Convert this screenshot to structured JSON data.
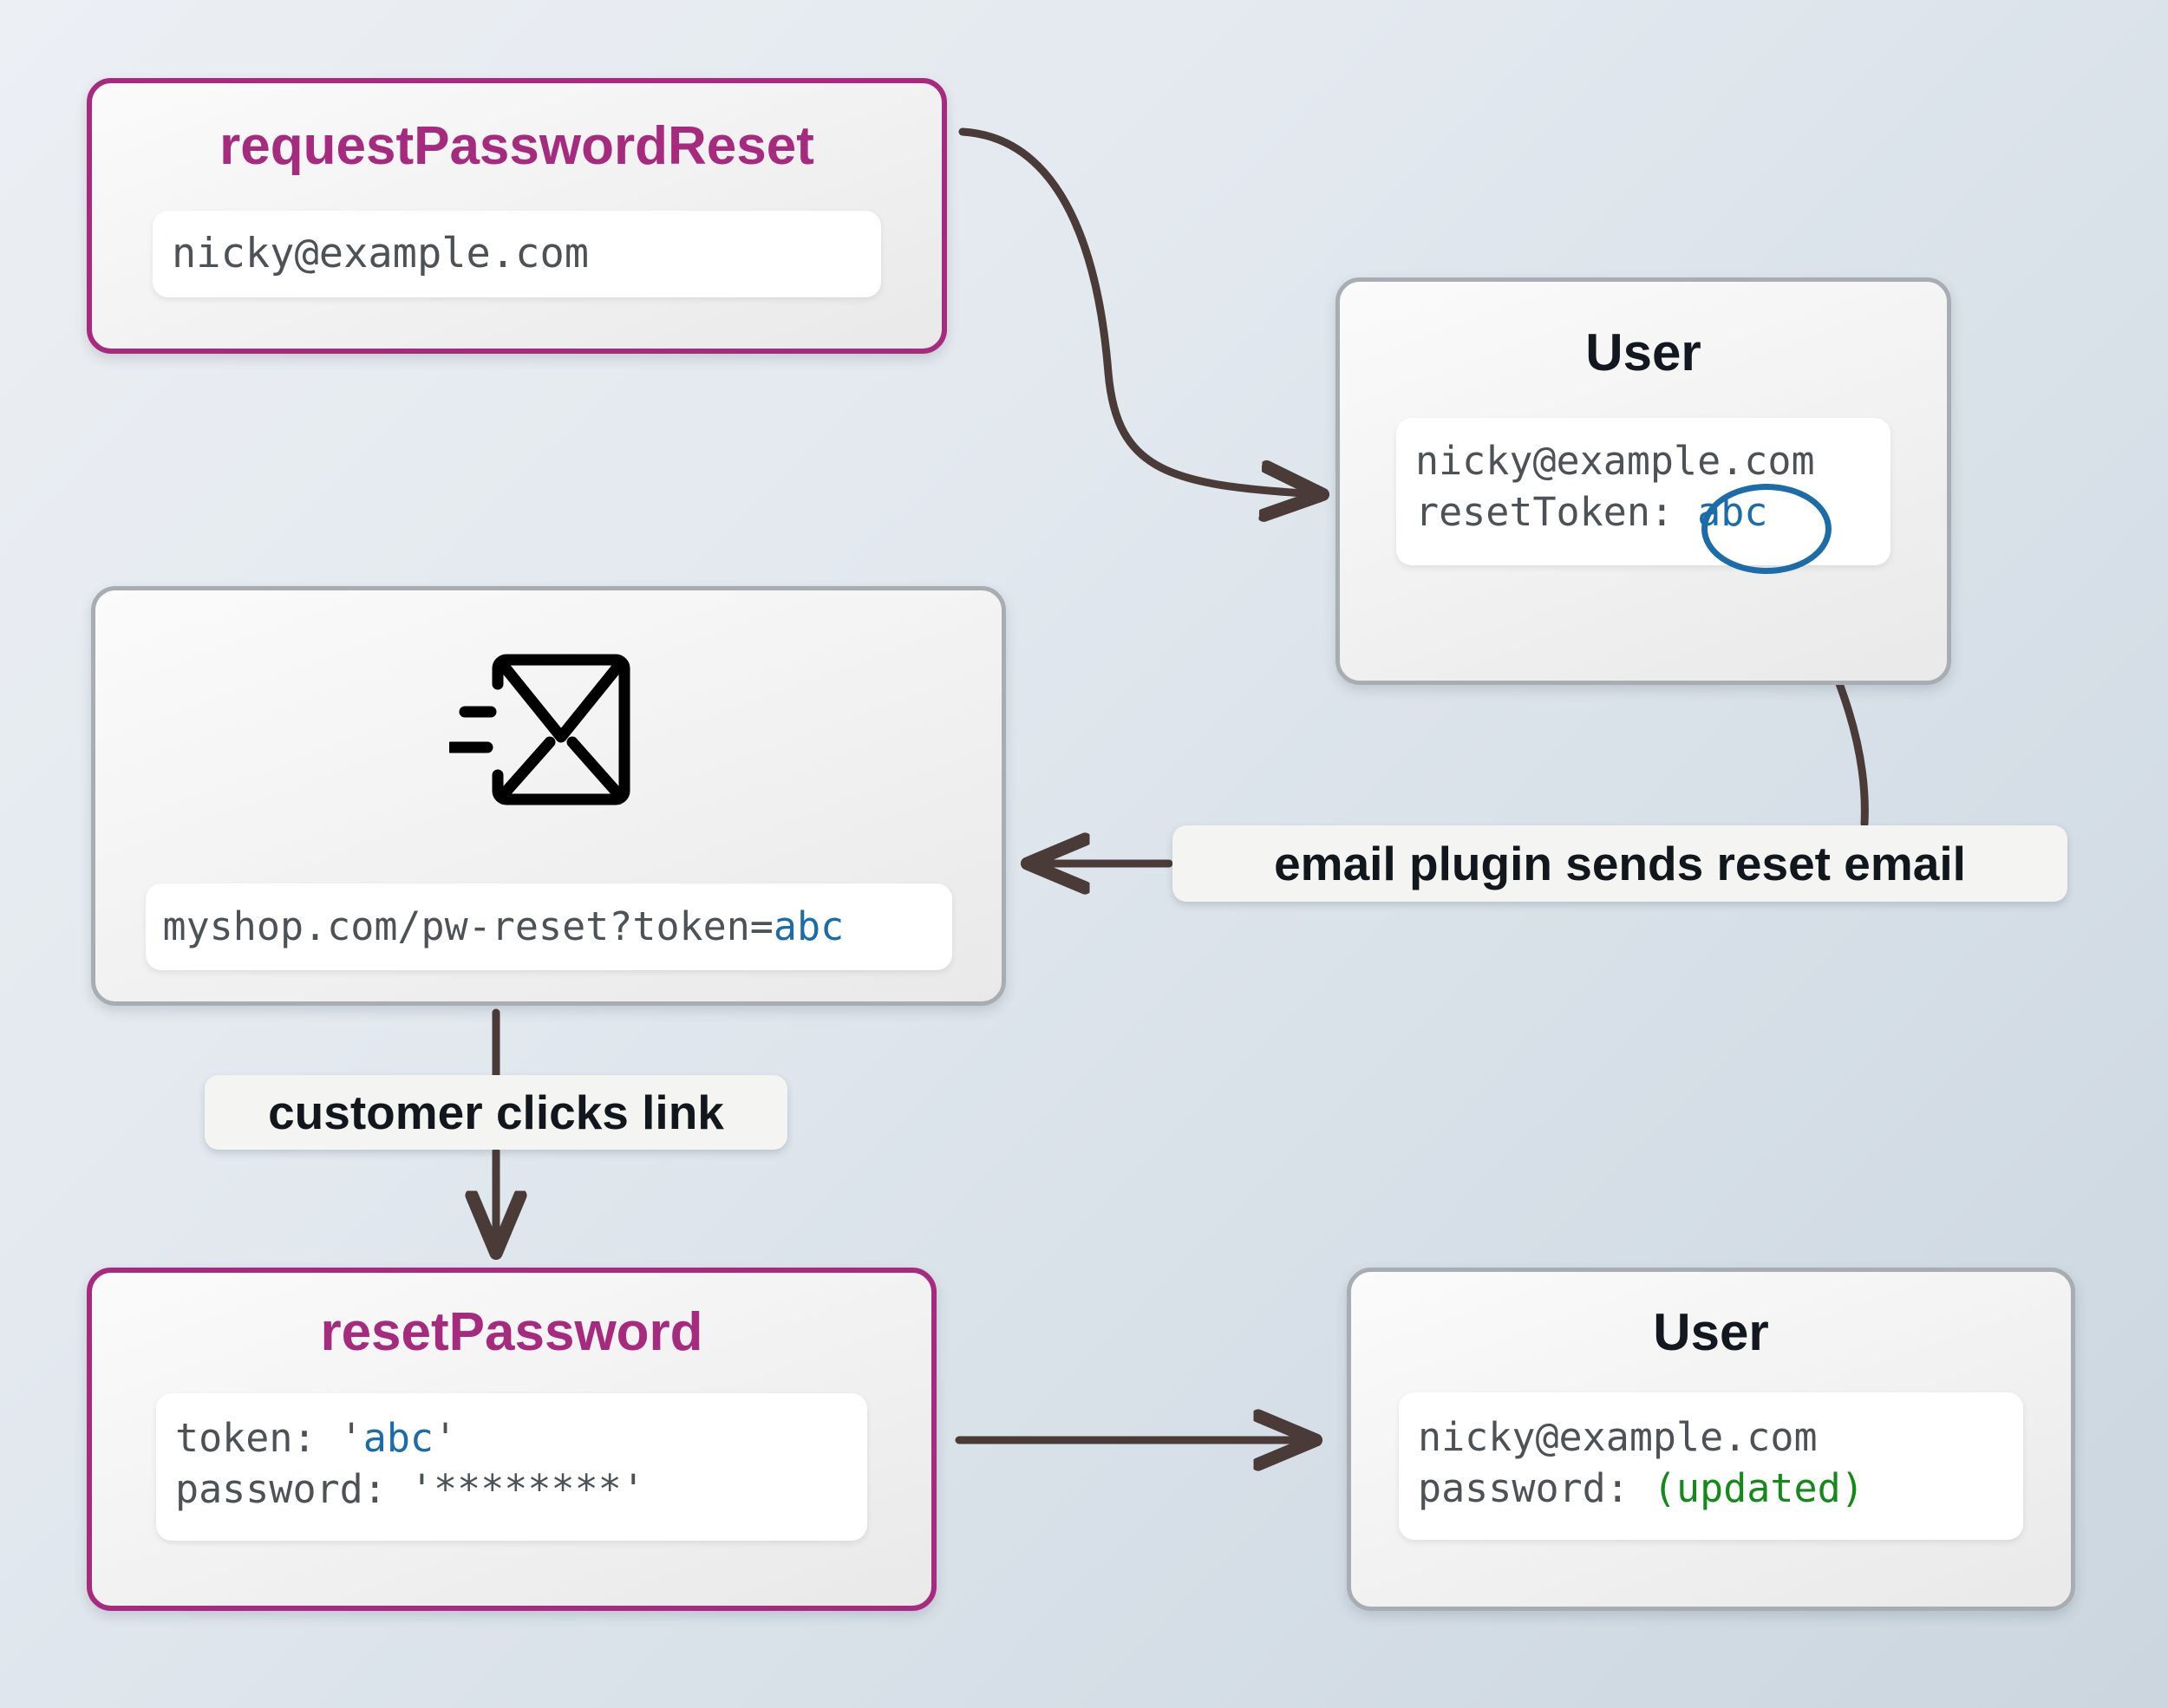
{
  "diagram": {
    "title": "password reset token flow",
    "colors": {
      "accent_pink": "#a62a7e",
      "token_blue": "#1b6ca8",
      "updated_green": "#15891a",
      "arrow_brown": "#4a3a38",
      "node_border_gray": "#a7adb3"
    },
    "nodes": {
      "request_password_reset": {
        "title": "requestPasswordReset",
        "panel": {
          "lines": [
            {
              "text": "nicky@example.com"
            }
          ]
        }
      },
      "user_top": {
        "title": "User",
        "panel": {
          "lines": [
            {
              "text": "nicky@example.com"
            },
            {
              "label": "resetToken:",
              "value": "abc"
            }
          ]
        },
        "annotation": "abc-circled"
      },
      "email": {
        "icon": "send-email-icon",
        "panel": {
          "lines": [
            {
              "prefix": "myshop.com/pw-reset?token=",
              "value": "abc"
            }
          ]
        }
      },
      "reset_password": {
        "title": "resetPassword",
        "panel": {
          "lines": [
            {
              "label": "token:",
              "quote_open": " '",
              "value": "abc",
              "quote_close": "'"
            },
            {
              "text": "password: '********'"
            }
          ]
        }
      },
      "user_bottom": {
        "title": "User",
        "panel": {
          "lines": [
            {
              "text": "nicky@example.com"
            },
            {
              "label": "password:",
              "value": "(updated)"
            }
          ]
        }
      }
    },
    "edge_labels": {
      "email_plugin": "email plugin sends reset email",
      "clicks_link": "customer clicks link"
    }
  }
}
